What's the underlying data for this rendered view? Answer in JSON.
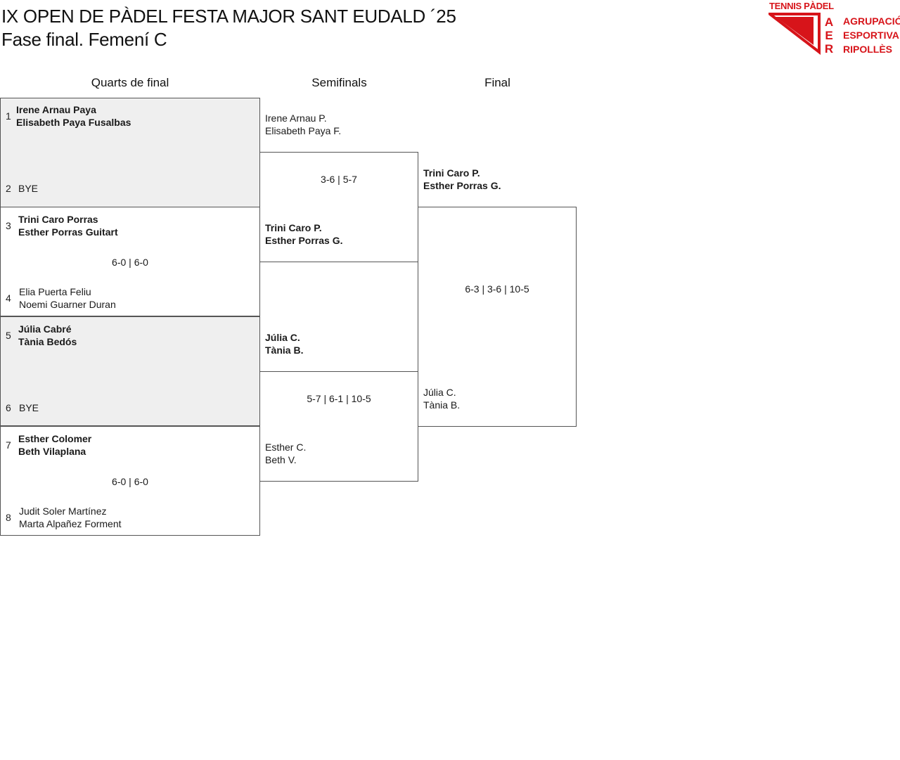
{
  "header": {
    "title": "IX OPEN DE PÀDEL FESTA MAJOR SANT EUDALD ´25",
    "subtitle": "Fase final. Femení C"
  },
  "logo": {
    "top_text": "TENNIS PÀDEL",
    "line1": "AGRUPACIÓ",
    "line2": "ESPORTIVA",
    "line3": "RIPOLLÈS",
    "letters": [
      "A",
      "E",
      "R"
    ],
    "brand_color": "#d7141a"
  },
  "rounds": {
    "quarters": "Quarts de final",
    "semis": "Semifinals",
    "final": "Final"
  },
  "quarterfinals": [
    {
      "top": {
        "seed": "1",
        "p1": "Irene Arnau Paya",
        "p2": "Elisabeth Paya Fusalbas"
      },
      "bottom": {
        "seed": "2",
        "p1": "BYE",
        "p2": ""
      },
      "score": ""
    },
    {
      "top": {
        "seed": "3",
        "p1": "Trini Caro Porras",
        "p2": "Esther Porras Guitart"
      },
      "bottom": {
        "seed": "4",
        "p1": "Elia Puerta Feliu",
        "p2": "Noemi Guarner Duran"
      },
      "score": "6-0 | 6-0"
    },
    {
      "top": {
        "seed": "5",
        "p1": "Júlia Cabré",
        "p2": "Tània Bedós"
      },
      "bottom": {
        "seed": "6",
        "p1": "BYE",
        "p2": ""
      },
      "score": ""
    },
    {
      "top": {
        "seed": "7",
        "p1": "Esther Colomer",
        "p2": "Beth Vilaplana"
      },
      "bottom": {
        "seed": "8",
        "p1": "Judit Soler Martínez",
        "p2": "Marta Alpañez Forment"
      },
      "score": "6-0 | 6-0"
    }
  ],
  "semifinals": [
    {
      "top": {
        "p1": "Irene Arnau P.",
        "p2": "Elisabeth Paya F."
      },
      "bottom": {
        "p1": "Trini Caro P.",
        "p2": "Esther Porras G."
      },
      "score": "3-6 | 5-7"
    },
    {
      "top": {
        "p1": "Júlia C.",
        "p2": "Tània B."
      },
      "bottom": {
        "p1": "Esther C.",
        "p2": "Beth V."
      },
      "score": "5-7 | 6-1 | 10-5"
    }
  ],
  "final": {
    "top": {
      "p1": "Trini Caro P.",
      "p2": "Esther Porras G."
    },
    "bottom": {
      "p1": "Júlia C.",
      "p2": "Tània B."
    },
    "score": "6-3 | 3-6 | 10-5"
  }
}
